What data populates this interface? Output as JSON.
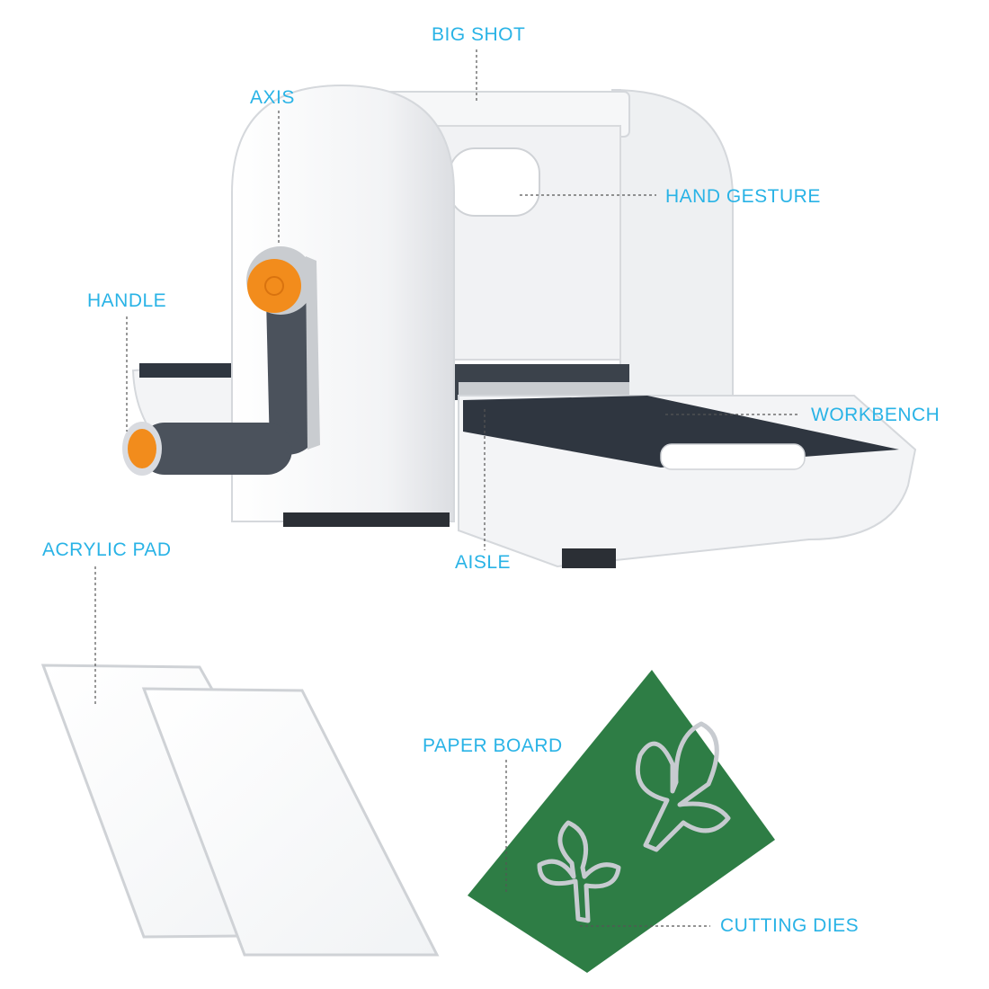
{
  "colors": {
    "label": "#29b3e6",
    "leader_line": "#555555",
    "machine_body": "#f4f5f7",
    "machine_shadow": "#d9dbe0",
    "tray_top": "#2f3640",
    "handle_grey": "#4b525c",
    "knob_orange": "#f28c1c",
    "paper_green": "#2e7d45",
    "die_silver": "#c7cbd0"
  },
  "labels": {
    "big_shot": "BIG SHOT",
    "axis": "AXIS",
    "hand_gesture": "HAND GESTURE",
    "handle": "HANDLE",
    "workbench": "WORKBENCH",
    "aisle": "AISLE",
    "acrylic_pad": "ACRYLIC PAD",
    "paper_board": "PAPER BOARD",
    "cutting_dies": "CUTTING DIES"
  },
  "icons": {
    "machine": "die-cutting-machine-illustration",
    "pads": "acrylic-pad-illustration",
    "board": "paper-board-illustration",
    "dies": "leaf-cutting-die-icon"
  }
}
